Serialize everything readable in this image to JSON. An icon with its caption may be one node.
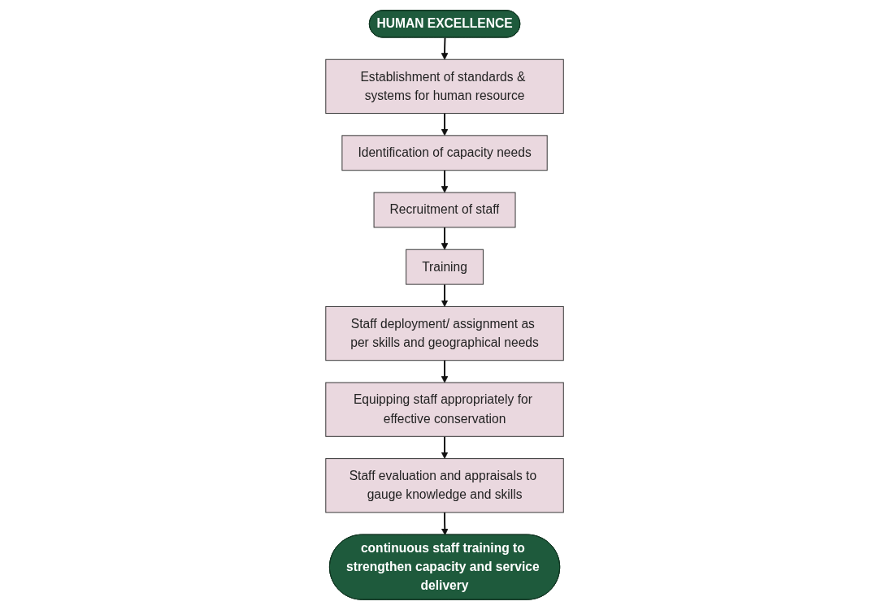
{
  "diagram": {
    "nodes": [
      {
        "text": [
          "HUMAN EXCELLENCE"
        ]
      },
      {
        "text": [
          "Establishment of standards & systems for human resource"
        ]
      },
      {
        "text": [
          "Identification of capacity needs"
        ]
      },
      {
        "text": [
          "Recruitment of staff"
        ]
      },
      {
        "text": [
          "Training"
        ]
      },
      {
        "text": [
          "Staff deployment/ assignment as per skills and geographical needs"
        ]
      },
      {
        "text": [
          "Equipping staff appropriately for effective conservation"
        ]
      },
      {
        "text": [
          "Staff evaluation and appraisals to gauge knowledge and skills"
        ]
      },
      {
        "text": [
          "continuous staff training to strengthen capacity and service delivery"
        ]
      }
    ],
    "edges": [
      {
        "from": 0,
        "to": 1,
        "arrow": "to"
      },
      {
        "from": 1,
        "to": 2,
        "arrow": "to"
      },
      {
        "from": 2,
        "to": 3,
        "arrow": "to"
      },
      {
        "from": 3,
        "to": 4,
        "arrow": "to"
      },
      {
        "from": 4,
        "to": 5,
        "arrow": "to"
      },
      {
        "from": 5,
        "to": 6,
        "arrow": "to"
      },
      {
        "from": 6,
        "to": 7,
        "arrow": "to"
      },
      {
        "from": 7,
        "to": 8,
        "arrow": "to"
      }
    ]
  }
}
